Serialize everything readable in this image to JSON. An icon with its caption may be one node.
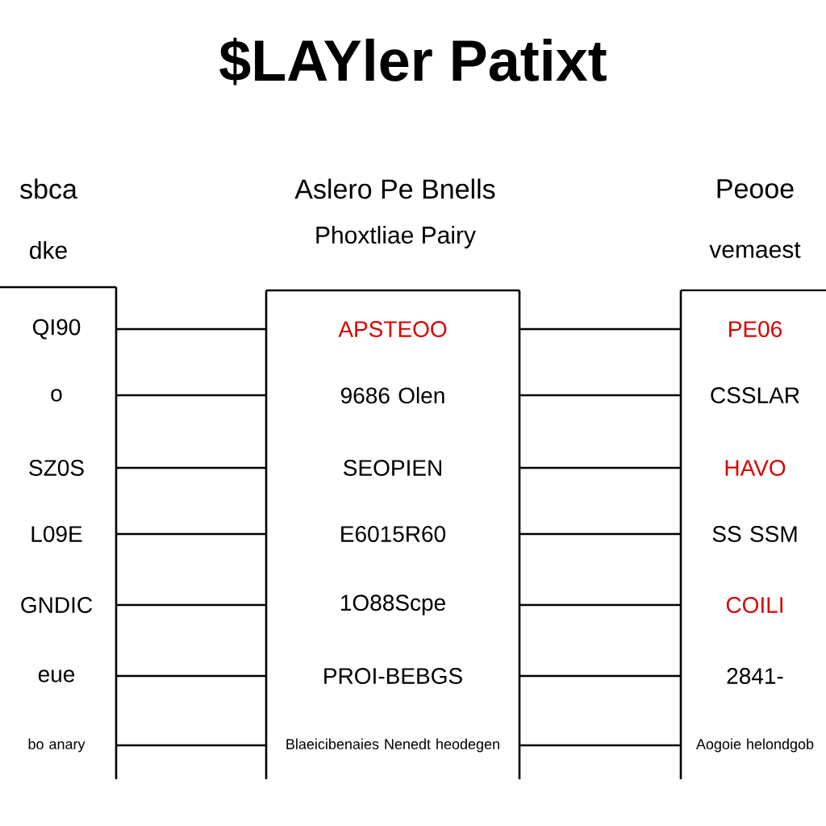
{
  "diagram": {
    "title": "$LAYler Patixt",
    "nodes": [
      {
        "text": [
          "sbca",
          "dke"
        ]
      },
      {
        "text": [
          "QI90"
        ],
        "in": 0
      },
      {
        "text": [
          "o"
        ],
        "in": 0
      },
      {
        "text": [
          "SZ0S"
        ],
        "in": 0
      },
      {
        "text": [
          "L09E"
        ],
        "in": 0
      },
      {
        "text": [
          "GNDIC"
        ],
        "in": 0
      },
      {
        "text": [
          "eue"
        ],
        "in": 0
      },
      {
        "text": [
          "bo anary"
        ],
        "in": 0
      },
      {
        "text": [
          "Aslero Pe Bnells",
          "Phoxtliae Pairy"
        ]
      },
      {
        "text": [
          "APSTEOO"
        ],
        "in": 8
      },
      {
        "text": [
          "9686 Olen"
        ],
        "in": 8
      },
      {
        "text": [
          "SEOPIEN"
        ],
        "in": 8
      },
      {
        "text": [
          "E6015R60"
        ],
        "in": 8
      },
      {
        "text": [
          "1O88Scpe"
        ],
        "in": 8
      },
      {
        "text": [
          "PROI-BEBGS"
        ],
        "in": 8
      },
      {
        "text": [
          "Blaeicibenaies Nenedt heodegen"
        ],
        "in": 8
      },
      {
        "text": [
          "Peooe",
          "vemaest"
        ]
      },
      {
        "text": [
          "PE06"
        ],
        "in": 16
      },
      {
        "text": [
          "CSSLAR"
        ],
        "in": 16
      },
      {
        "text": [
          "HAVO"
        ],
        "in": 16
      },
      {
        "text": [
          "SS SSM"
        ],
        "in": 16
      },
      {
        "text": [
          "COILI"
        ],
        "in": 16
      },
      {
        "text": [
          "2841-"
        ],
        "in": 16
      },
      {
        "text": [
          "Aogoie helondgob"
        ],
        "in": 16
      }
    ],
    "edges": [
      {
        "from": 1,
        "to": 9,
        "arrow": "none"
      },
      {
        "from": 2,
        "to": 10,
        "arrow": "none"
      },
      {
        "from": 3,
        "to": 11,
        "arrow": "none"
      },
      {
        "from": 4,
        "to": 12,
        "arrow": "none"
      },
      {
        "from": 5,
        "to": 13,
        "arrow": "none"
      },
      {
        "from": 6,
        "to": 14,
        "arrow": "none"
      },
      {
        "from": 7,
        "to": 15,
        "arrow": "none"
      },
      {
        "from": 9,
        "to": 17,
        "arrow": "none"
      },
      {
        "from": 10,
        "to": 18,
        "arrow": "none"
      },
      {
        "from": 11,
        "to": 19,
        "arrow": "none"
      },
      {
        "from": 12,
        "to": 20,
        "arrow": "none"
      },
      {
        "from": 13,
        "to": 21,
        "arrow": "none"
      },
      {
        "from": 14,
        "to": 22,
        "arrow": "none"
      },
      {
        "from": 15,
        "to": 23,
        "arrow": "none"
      }
    ]
  }
}
